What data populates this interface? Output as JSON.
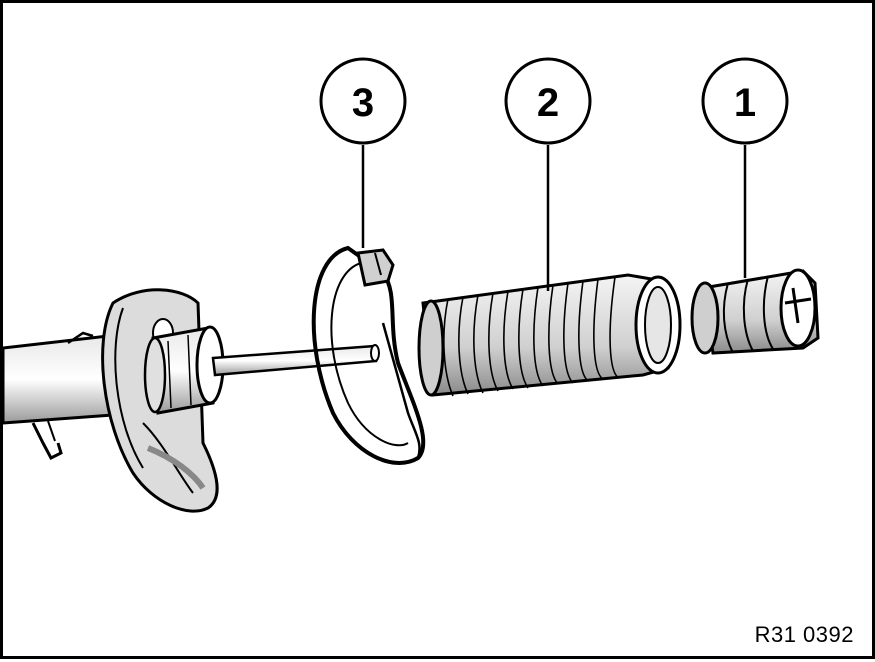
{
  "callouts": [
    {
      "label": "3"
    },
    {
      "label": "2"
    },
    {
      "label": "1"
    }
  ],
  "figure_code": "R31 0392",
  "colors": {
    "ink": "#000000",
    "paper": "#ffffff",
    "shade": "#9a9a9a",
    "light": "#d4d4d4"
  }
}
